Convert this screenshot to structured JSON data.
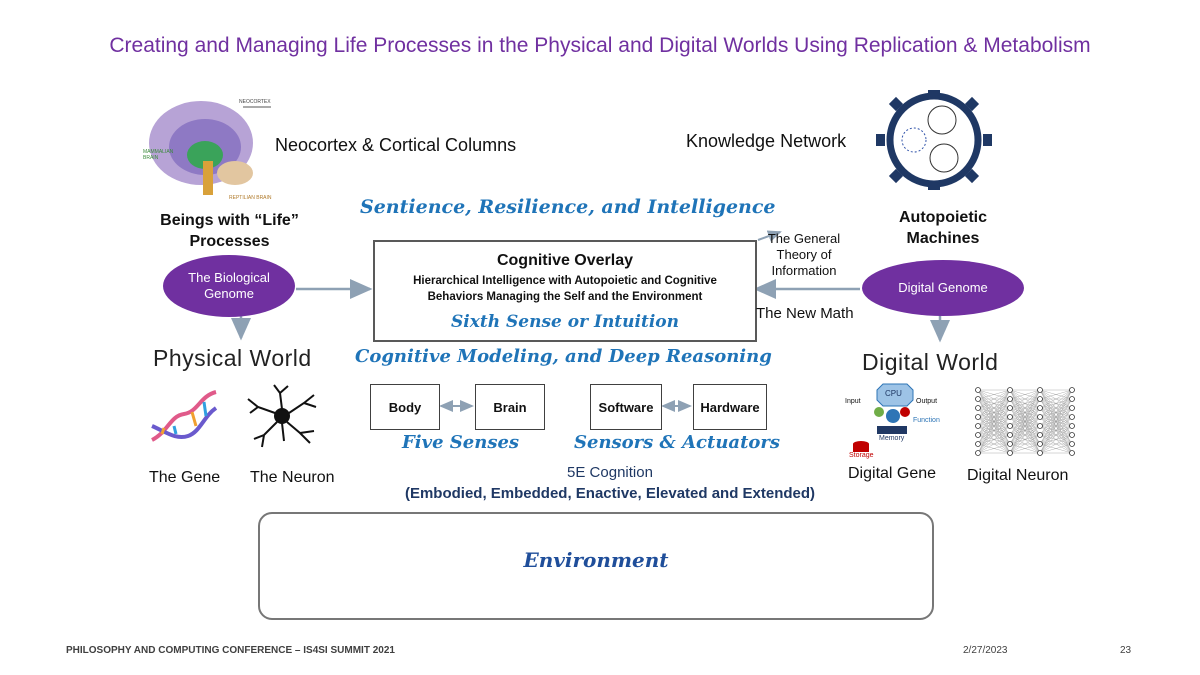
{
  "title": "Creating and Managing Life Processes in the Physical and Digital Worlds Using Replication & Metabolism",
  "left": {
    "neocortex_label": "Neocortex & Cortical Columns",
    "beings_label": "Beings with “Life” Processes",
    "genome_label": "The Biological Genome",
    "world_label": "Physical World",
    "gene_label": "The Gene",
    "neuron_label": "The Neuron",
    "brain_image_text": [
      "NEOCORTEX",
      "MAMMALIAN BRAIN",
      "REPTILIAN BRAIN"
    ]
  },
  "right": {
    "network_label": "Knowledge Network",
    "machines_label": "Autopoietic Machines",
    "genome_label": "Digital Genome",
    "world_label": "Digital World",
    "gene_label": "Digital Gene",
    "neuron_label": "Digital Neuron",
    "gene_image": {
      "cpu": "CPU",
      "input": "Input",
      "output": "Output",
      "function": "Function",
      "memory": "Memory",
      "storage": "Storage"
    }
  },
  "center": {
    "sentience": "Sentience, Resilience, and Intelligence",
    "overlay_title": "Cognitive Overlay",
    "overlay_desc": "Hierarchical Intelligence with Autopoietic and Cognitive Behaviors Managing the Self and the Environment",
    "sixth_sense": "Sixth Sense or Intuition",
    "general_theory": "The General Theory of Information",
    "new_math": "The New Math",
    "modeling": "Cognitive Modeling, and Deep Reasoning",
    "body": "Body",
    "brain": "Brain",
    "software": "Software",
    "hardware": "Hardware",
    "five_senses": "Five Senses",
    "sensors": "Sensors & Actuators",
    "cognition_title": "5E Cognition",
    "cognition_desc": "(Embodied, Embedded, Enactive, Elevated and Extended)",
    "environment": "Environment"
  },
  "footer": {
    "conference": "PHILOSOPHY AND COMPUTING CONFERENCE – IS4SI SUMMIT 2021",
    "date": "2/27/2023",
    "page": "23"
  },
  "colors": {
    "title": "#7030a0",
    "ellipse": "#7030a0",
    "script": "#1f74b8",
    "arrow": "#8ea1b4",
    "gear": "#1f3864"
  }
}
